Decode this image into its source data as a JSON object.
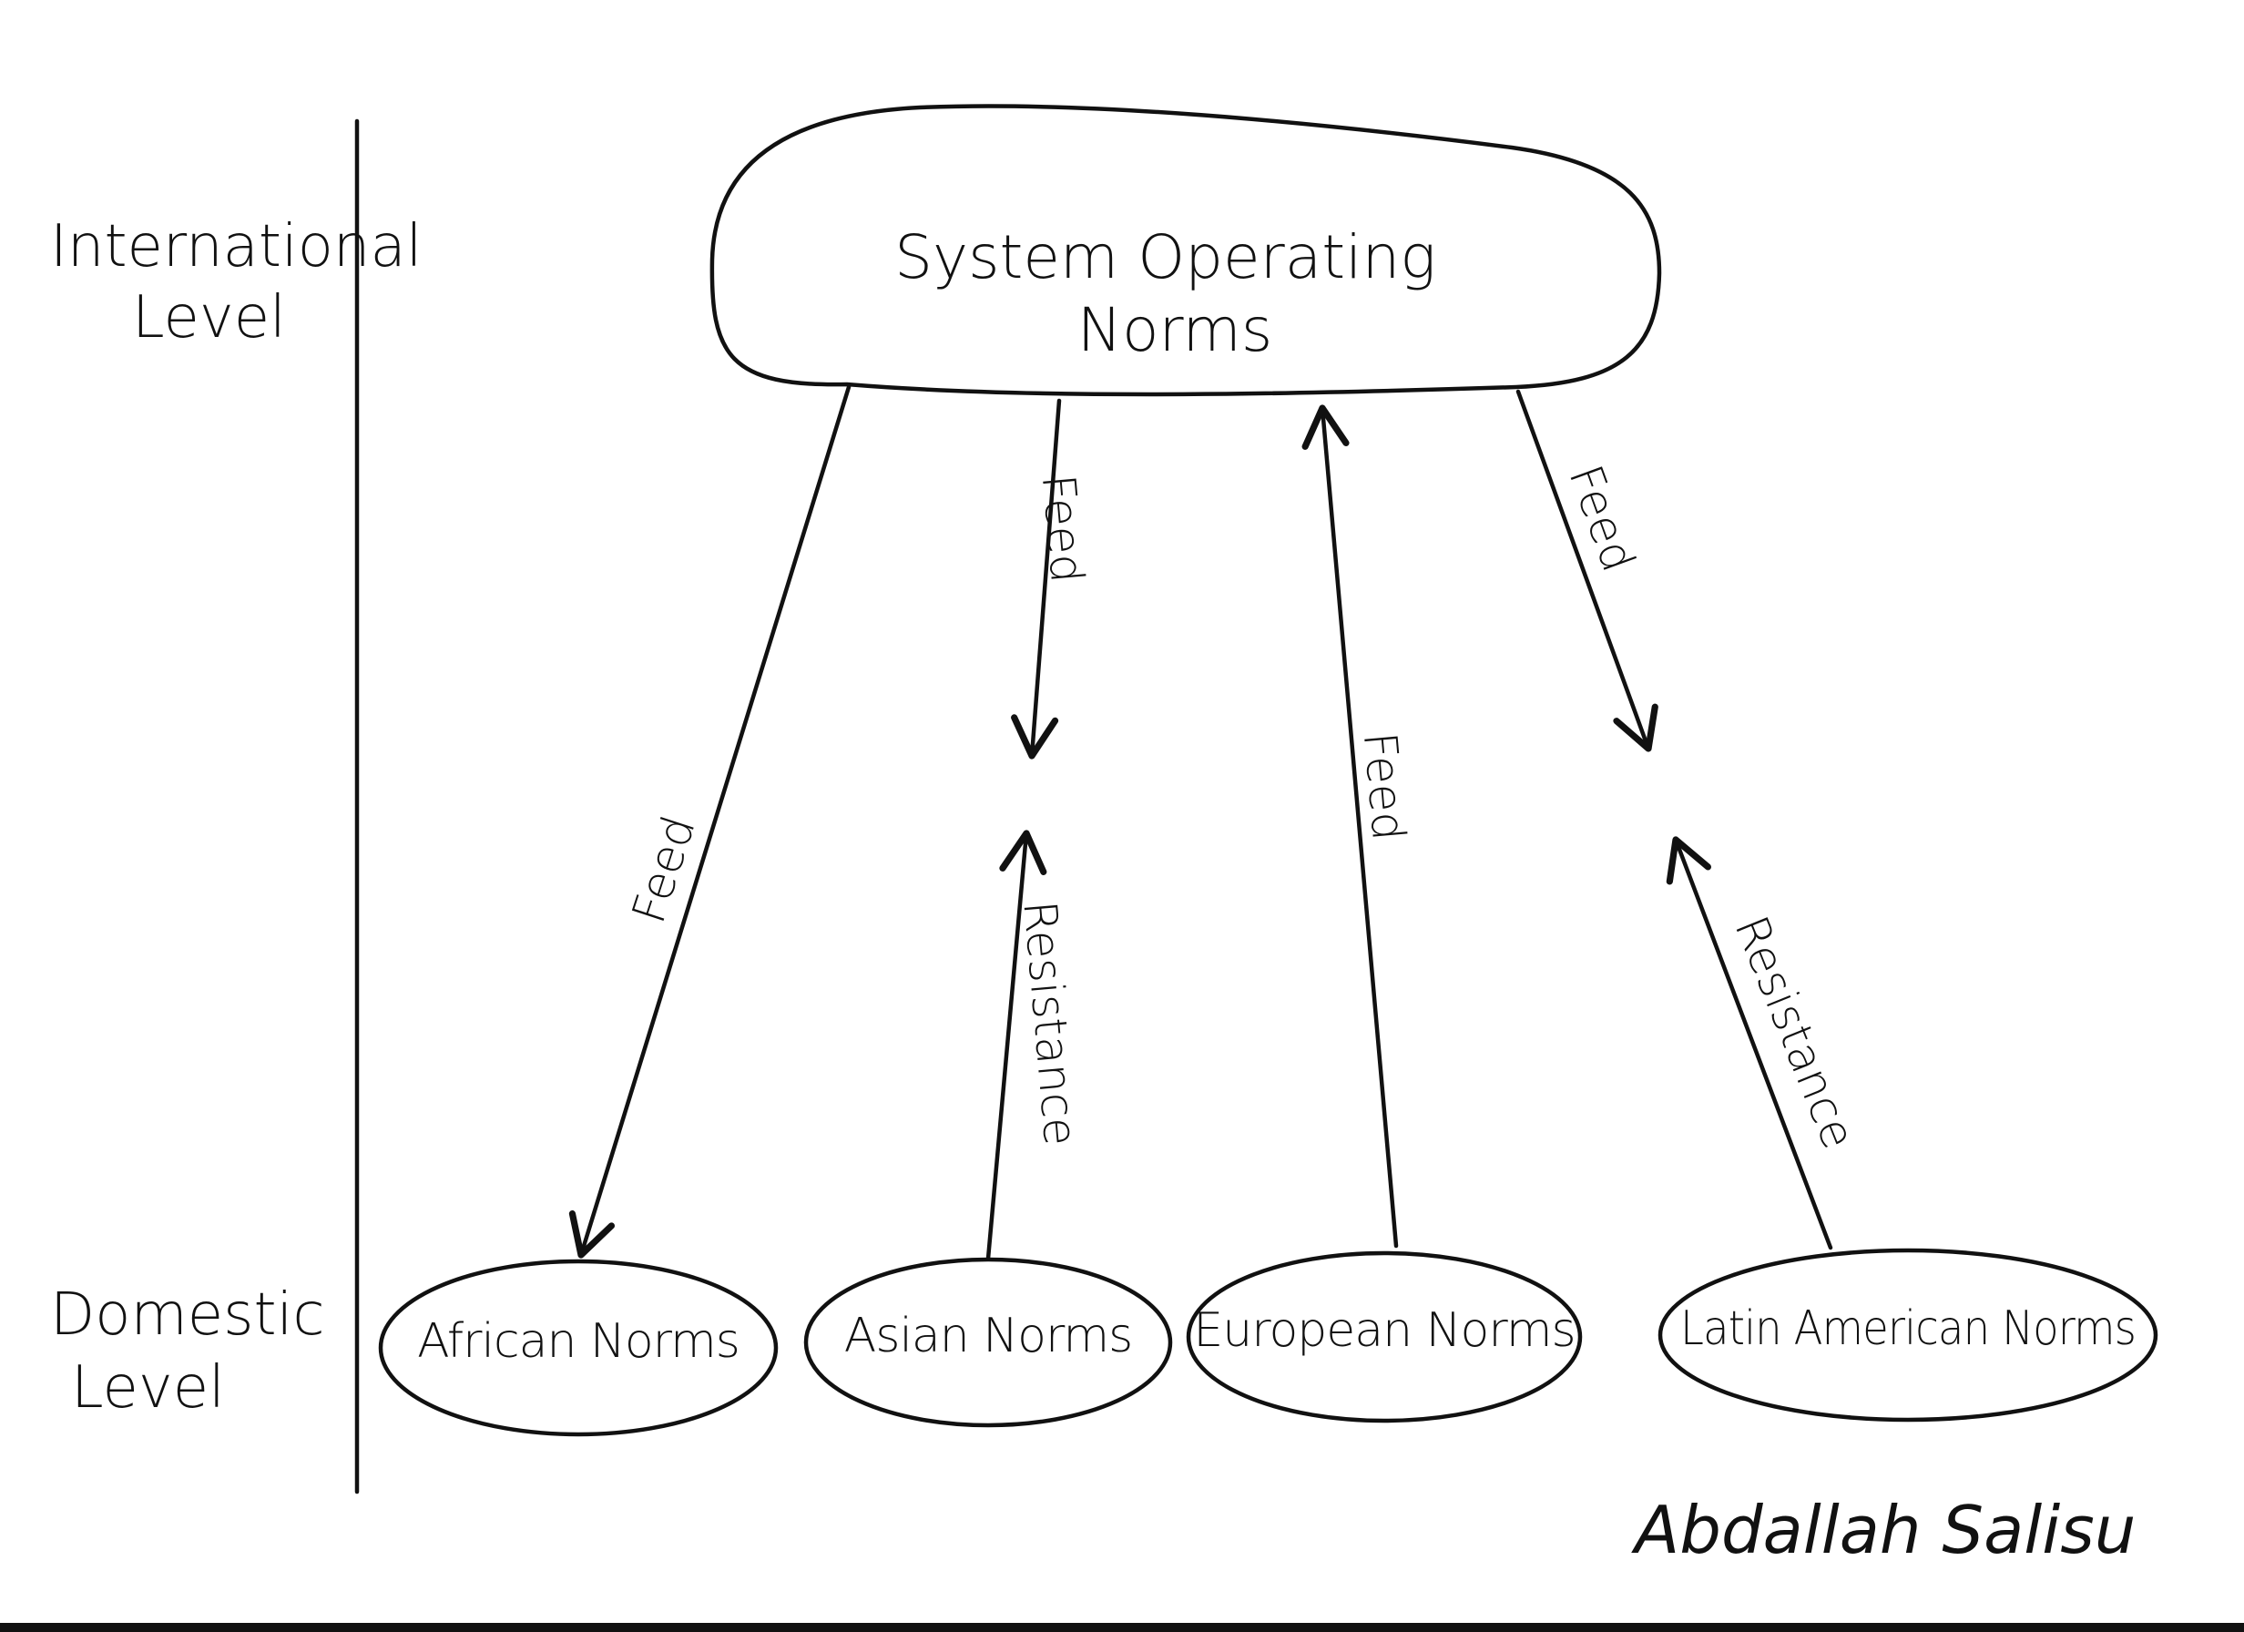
{
  "levels": {
    "international": {
      "line1": "International",
      "line2": "Level"
    },
    "domestic": {
      "line1": "Domestic",
      "line2": "Level"
    }
  },
  "nodes": {
    "system": {
      "line1": "System Operating",
      "line2": "Norms"
    },
    "african": "African Norms",
    "asian": "Asian Norms",
    "european": "European Norms",
    "latin_american": "Latin American Norms"
  },
  "edges": [
    {
      "from": "System Operating Norms",
      "to": "African Norms",
      "label": "Feed"
    },
    {
      "from": "System Operating Norms",
      "to": "Asian Norms",
      "label": "Feed"
    },
    {
      "from": "Asian Norms",
      "to": "System Operating Norms",
      "label": "Resistance"
    },
    {
      "from": "European Norms",
      "to": "System Operating Norms",
      "label": "Feed"
    },
    {
      "from": "System Operating Norms",
      "to": "Latin American Norms",
      "label": "Feed"
    },
    {
      "from": "Latin American Norms",
      "to": "System Operating Norms",
      "label": "Resistance"
    }
  ],
  "signature": "Abdallah Salisu"
}
